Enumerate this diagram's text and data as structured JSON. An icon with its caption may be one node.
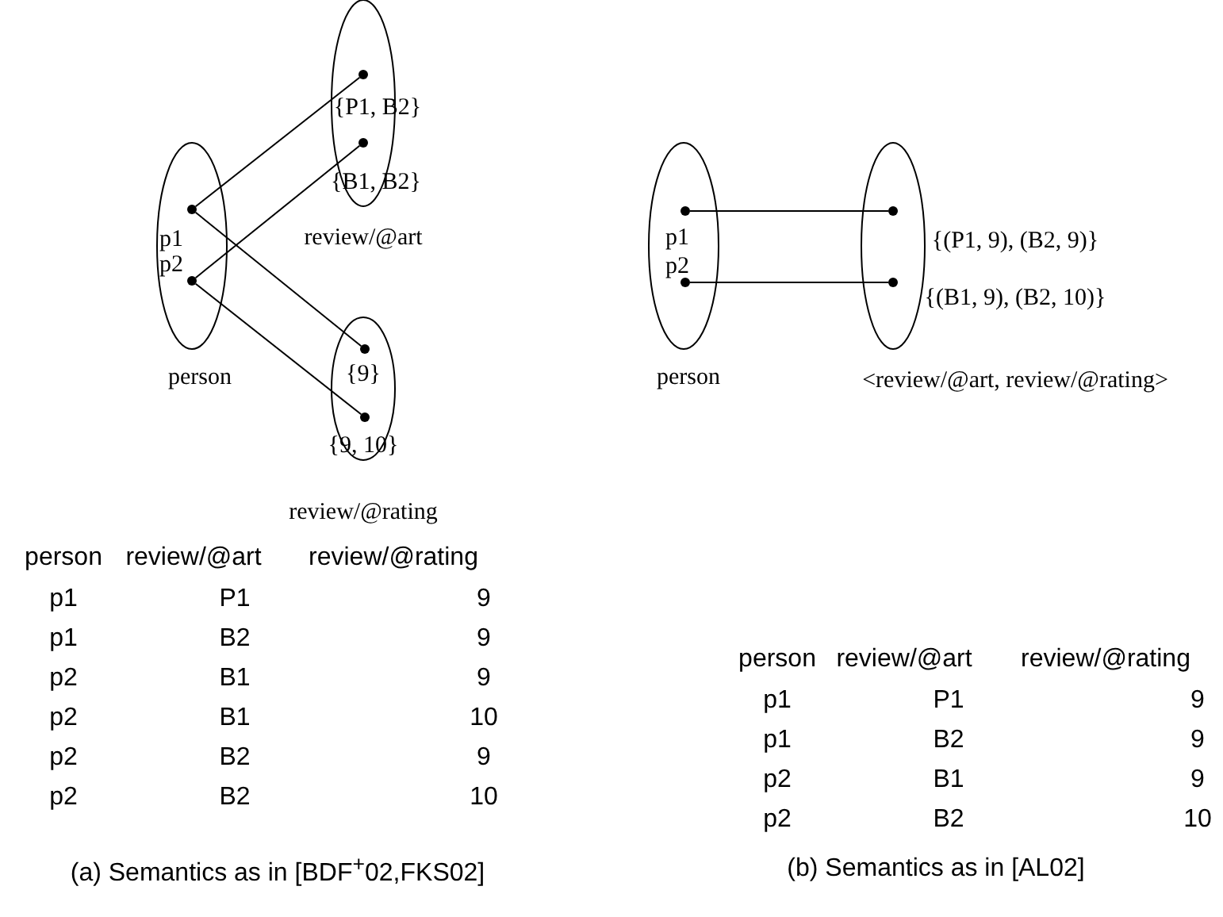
{
  "diagram": {
    "nodes": [
      {
        "text": [
          "person"
        ]
      },
      {
        "text": [
          "p1"
        ],
        "in": 0
      },
      {
        "text": [
          "p2"
        ],
        "in": 0
      },
      {
        "text": [
          "review/@art"
        ]
      },
      {
        "text": [
          "{P1, B2}"
        ],
        "in": 3
      },
      {
        "text": [
          "{B1, B2}"
        ],
        "in": 3
      },
      {
        "text": [
          "review/@rating"
        ]
      },
      {
        "text": [
          "{9}"
        ],
        "in": 6
      },
      {
        "text": [
          "{9, 10}"
        ],
        "in": 6
      },
      {
        "text": [
          "person"
        ]
      },
      {
        "text": [
          "p1"
        ],
        "in": 9
      },
      {
        "text": [
          "p2"
        ],
        "in": 9
      },
      {
        "text": [
          "<review/@art, review/@rating>"
        ]
      },
      {
        "text": [
          "{(P1, 9), (B2, 9)}"
        ],
        "in": 12
      },
      {
        "text": [
          "{(B1, 9), (B2, 10)}"
        ],
        "in": 12
      }
    ],
    "edges": [
      {
        "from": 1,
        "to": 4,
        "arrow": "none"
      },
      {
        "from": 1,
        "to": 7,
        "arrow": "none"
      },
      {
        "from": 2,
        "to": 5,
        "arrow": "none"
      },
      {
        "from": 2,
        "to": 8,
        "arrow": "none"
      },
      {
        "from": 10,
        "to": 13,
        "arrow": "none"
      },
      {
        "from": 11,
        "to": 14,
        "arrow": "none"
      }
    ],
    "labels": [
      "person",
      "review/@art",
      "review/@rating",
      "p1",
      "P1",
      "9",
      "p1",
      "B2",
      "9",
      "p2",
      "B1",
      "9",
      "p2",
      "B1",
      "10",
      "p2",
      "B2",
      "9",
      "p2",
      "B2",
      "10",
      "person",
      "review/@art",
      "review/@rating",
      "p1",
      "P1",
      "9",
      "p1",
      "B2",
      "9",
      "p2",
      "B1",
      "9",
      "p2",
      "B2",
      "10",
      "(a) Semantics as in [BDF$^{+}$02,FKS02]",
      "(b) Semantics as in [AL02]"
    ]
  }
}
